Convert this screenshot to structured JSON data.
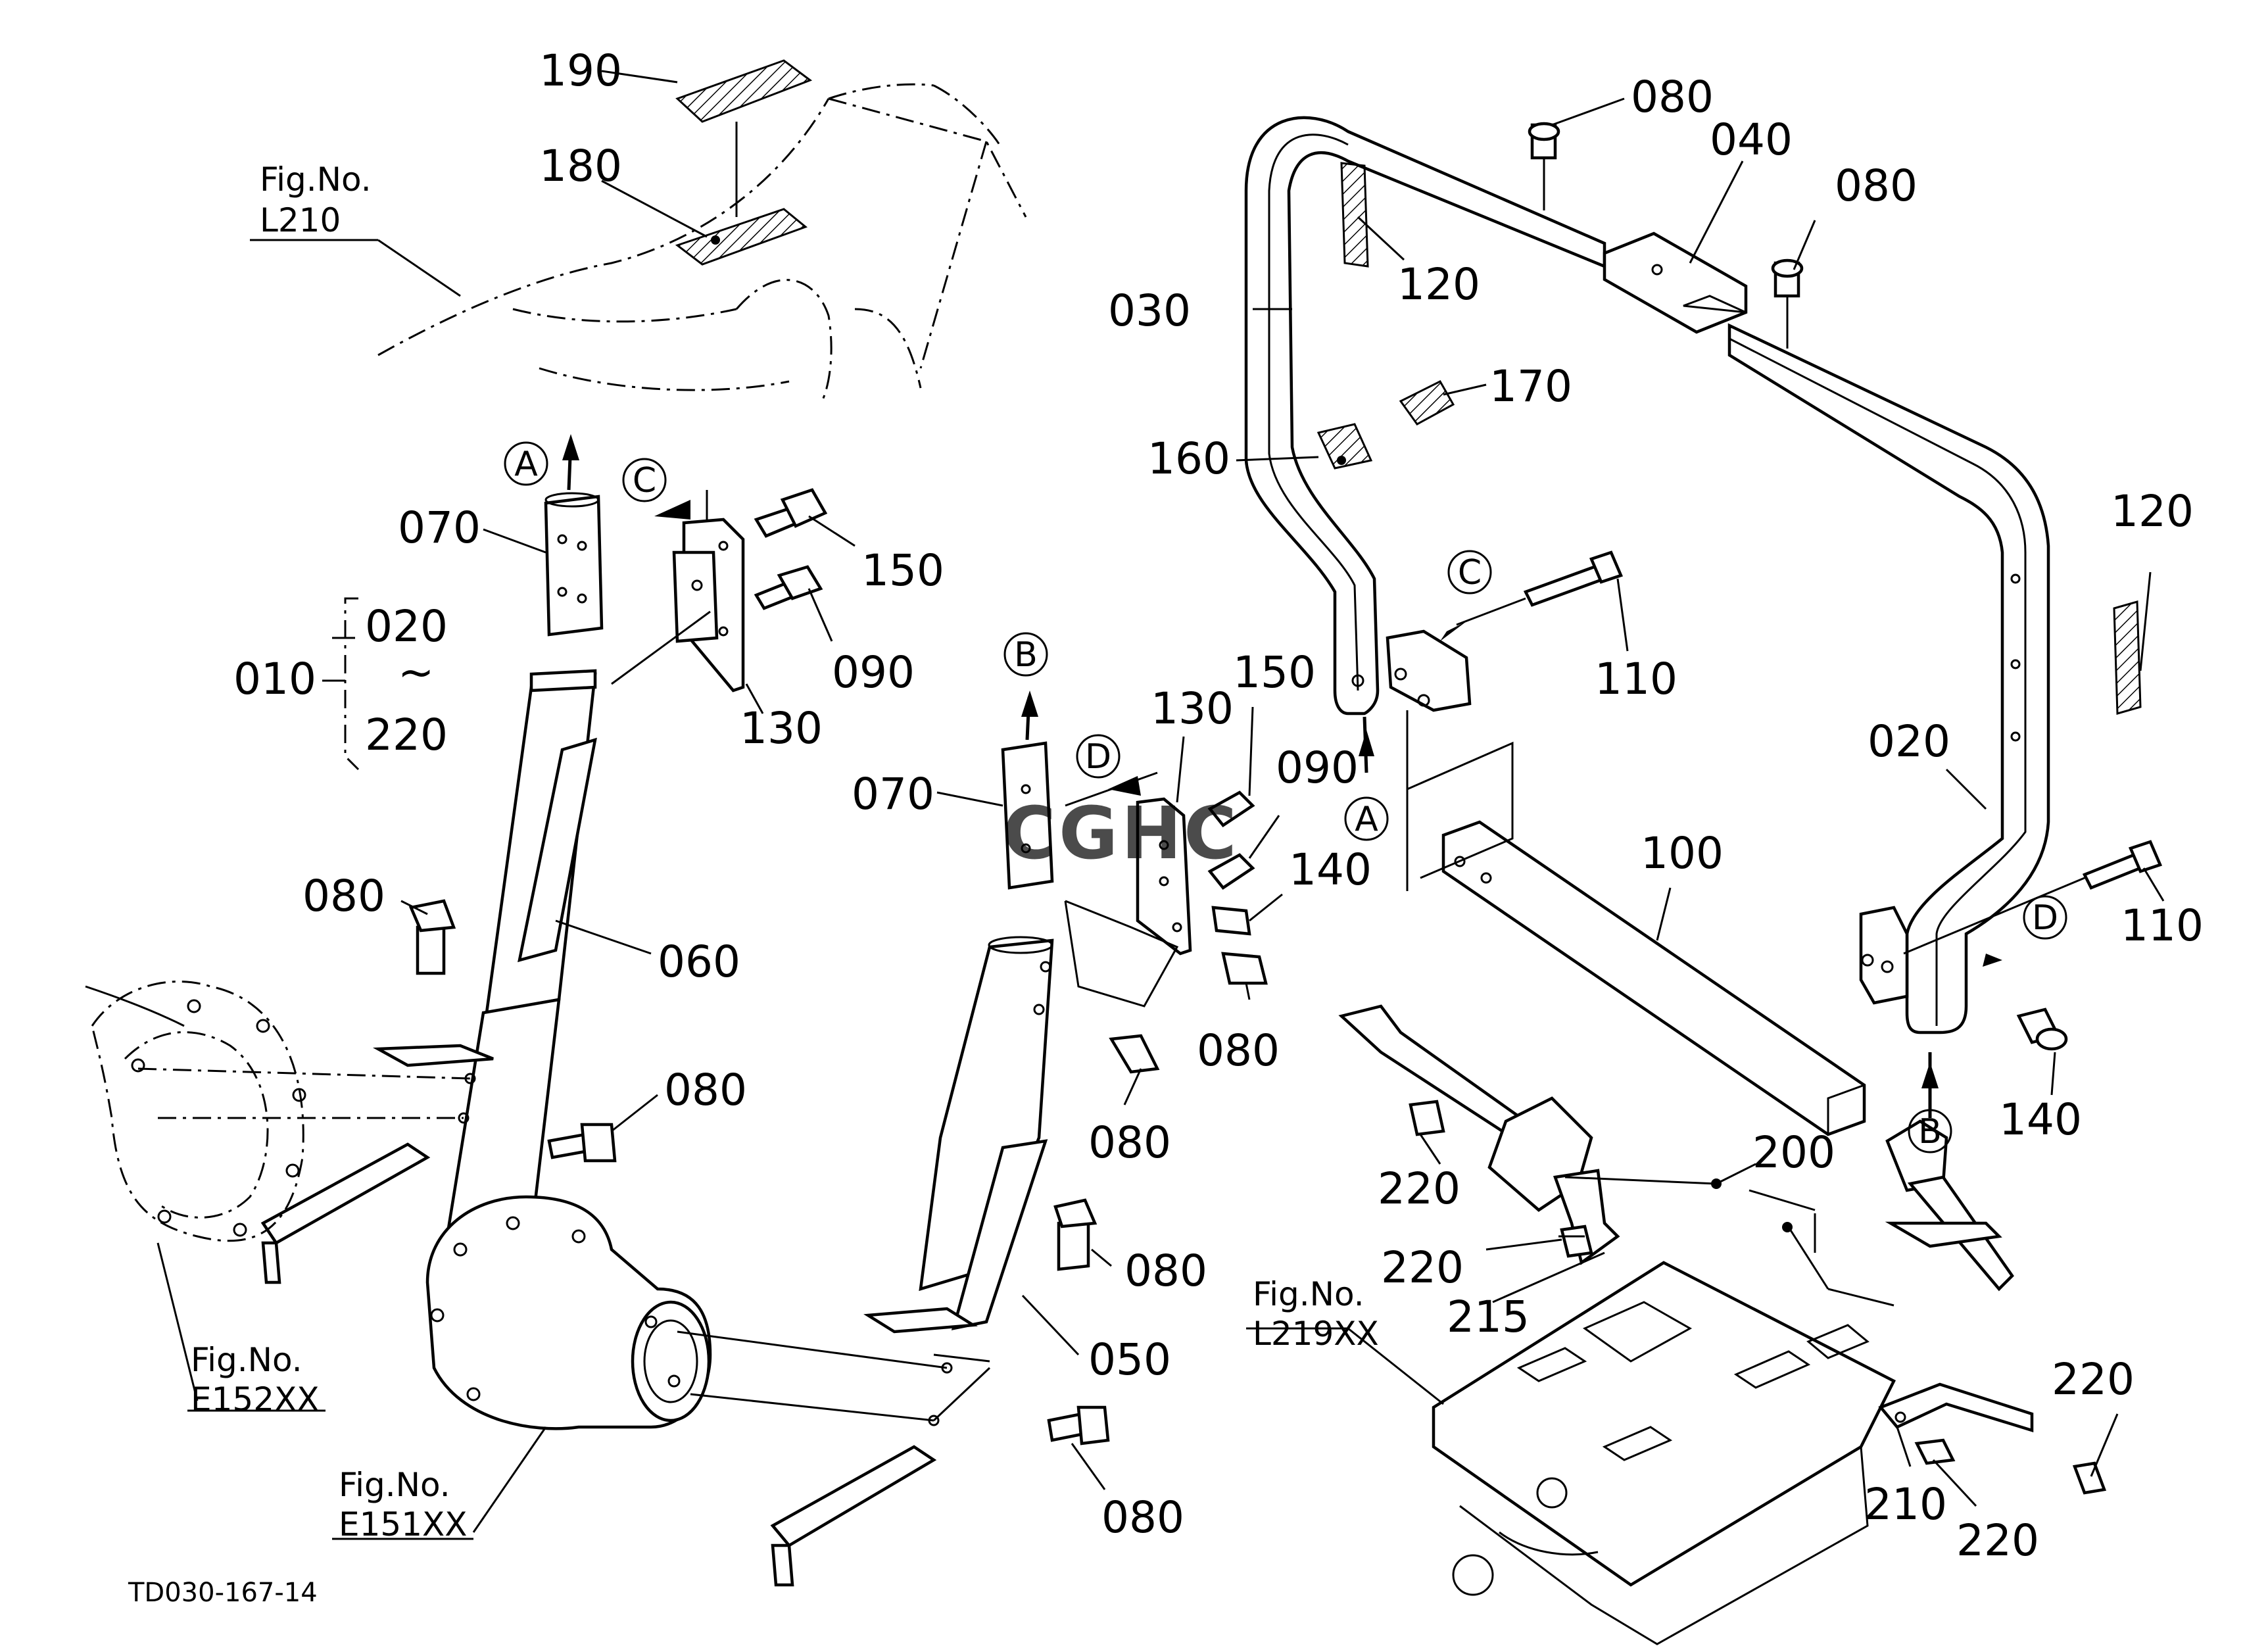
{
  "diagram_code": "TD030-167-14",
  "watermark": {
    "text": "CGHC",
    "colors": [
      "#3b7dd8",
      "#e8463a",
      "#f2b600",
      "#2fa84f"
    ]
  },
  "fig_refs": {
    "l210": [
      "Fig.No.",
      "L210"
    ],
    "e152": [
      "Fig.No.",
      "E152XX"
    ],
    "e151": [
      "Fig.No.",
      "E151XX"
    ],
    "l219": [
      "Fig.No.",
      "L219XX"
    ]
  },
  "range": {
    "start": "010",
    "top": "020",
    "tilde": "~",
    "bottom": "220"
  },
  "markers": {
    "a1": "A",
    "c1": "C",
    "b1": "B",
    "d1": "D",
    "c2": "C",
    "a2": "A",
    "d2": "D",
    "b2": "B"
  },
  "labels": {
    "l190": "190",
    "l180": "180",
    "l070a": "070",
    "l150a": "150",
    "l090a": "090",
    "l130a": "130",
    "l080a": "080",
    "l060": "060",
    "l080b": "080",
    "l070b": "070",
    "l130b": "130",
    "l150b": "150",
    "l090b": "090",
    "l140a": "140",
    "l080c": "080",
    "l080d": "080",
    "l080e": "080",
    "l050": "050",
    "l080f": "080",
    "l080g": "080",
    "l040": "040",
    "l080h": "080",
    "l030": "030",
    "l120a": "120",
    "l170": "170",
    "l160": "160",
    "l110a": "110",
    "l120b": "120",
    "l020": "020",
    "l100": "100",
    "l110b": "110",
    "l140b": "140",
    "l200": "200",
    "l220a": "220",
    "l220b": "220",
    "l215": "215",
    "l220c": "220",
    "l210": "210",
    "l220d": "220"
  }
}
